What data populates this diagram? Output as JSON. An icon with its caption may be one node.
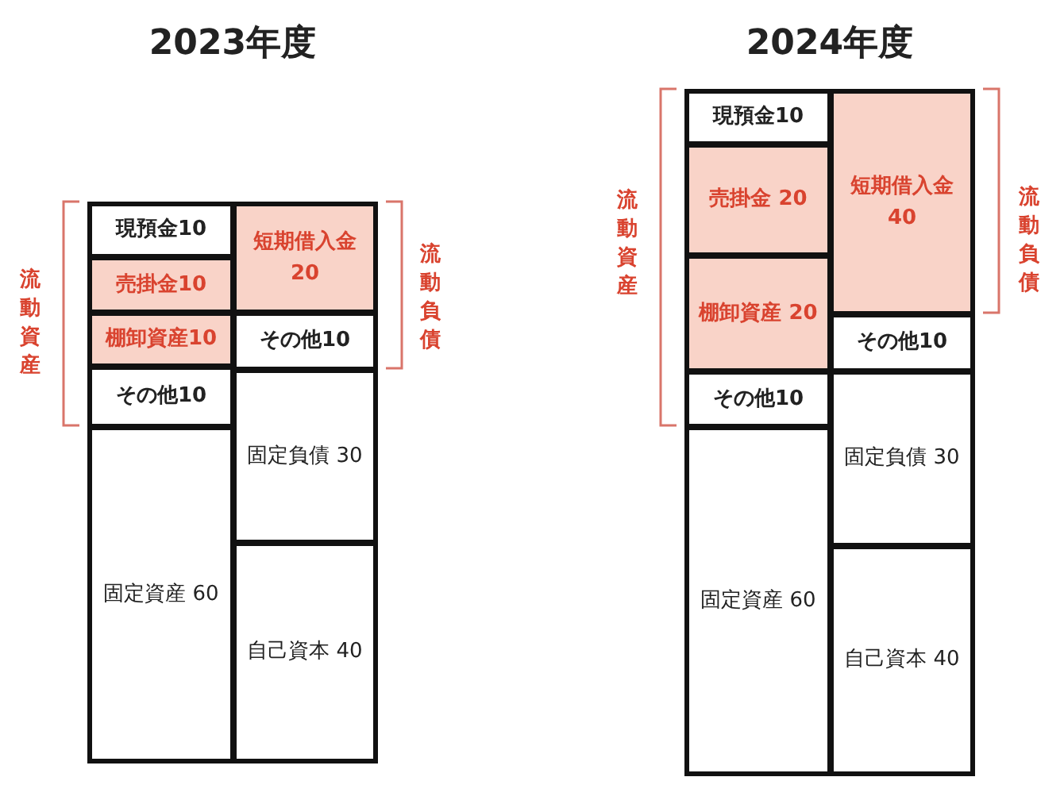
{
  "diagram": {
    "nodes": [
      {
        "text": [
          "2023年度"
        ]
      },
      {
        "text": [
          "現預金10"
        ],
        "in": 0
      },
      {
        "text": [
          "売掛金10"
        ],
        "in": 0
      },
      {
        "text": [
          "棚卸資産10"
        ],
        "in": 0
      },
      {
        "text": [
          "その他10"
        ],
        "in": 0
      },
      {
        "text": [
          "固定資産 60"
        ],
        "in": 0
      },
      {
        "text": [
          "短期借入金 20"
        ],
        "in": 0
      },
      {
        "text": [
          "その他10"
        ],
        "in": 0
      },
      {
        "text": [
          "固定負債 30"
        ],
        "in": 0
      },
      {
        "text": [
          "自己資本 40"
        ],
        "in": 0
      },
      {
        "text": [
          "2024年度"
        ]
      },
      {
        "text": [
          "現預金10"
        ],
        "in": 10
      },
      {
        "text": [
          "売掛金 20"
        ],
        "in": 10
      },
      {
        "text": [
          "棚卸資産 20"
        ],
        "in": 10
      },
      {
        "text": [
          "その他10"
        ],
        "in": 10
      },
      {
        "text": [
          "固定資産 60"
        ],
        "in": 10
      },
      {
        "text": [
          "短期借入金 40"
        ],
        "in": 10
      },
      {
        "text": [
          "その他10"
        ],
        "in": 10
      },
      {
        "text": [
          "固定負債 30"
        ],
        "in": 10
      },
      {
        "text": [
          "自己資本 40"
        ],
        "in": 10
      }
    ],
    "labels": [
      "流動資産",
      "流動負債",
      "流動資産",
      "流動負債"
    ]
  }
}
